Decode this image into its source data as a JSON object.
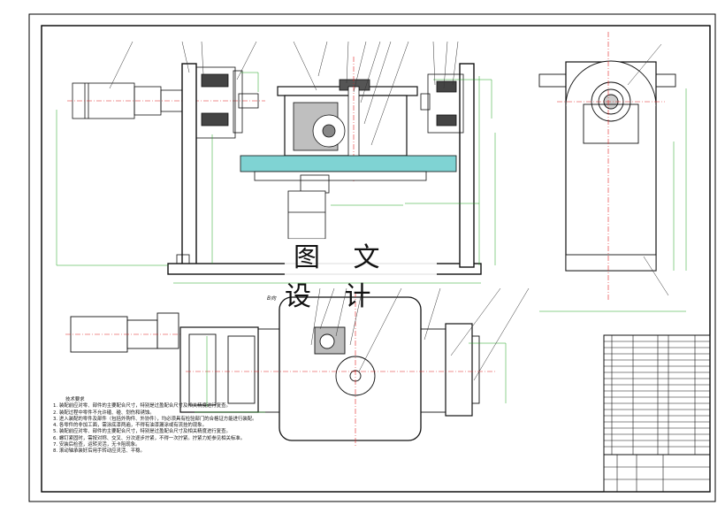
{
  "watermark": "图 文 设 计",
  "view_caption": "B向",
  "notes": {
    "title": "技术要求",
    "lines": [
      "1. 装配前应对零、部件的主要配合尺寸，特别是过盈配合尺寸及相关精度进行复查。",
      "2. 装配过程中零件不允许磕、碰、划伤和锈蚀。",
      "3. 进入装配的零件及部件（包括外购件、外协件），均必须具有检验部门的合格证方能进行装配。",
      "4. 各零件的非加工面，需涂底漆两遍，不得有油漆漏涂或有流挂的现象。",
      "5. 装配前应对零、部件的主要配合尺寸，特别是过盈配合尺寸及相关精度进行复查。",
      "6. 螺钉紧固时，需按对称、交叉、分次逐步拧紧，不得一次拧紧。拧紧力矩参见相关标准。",
      "7. 安装后检查，运转灵活，无卡阻现象。",
      "8. 滚动轴承装好后用手转动应灵活、平稳。"
    ]
  },
  "colors": {
    "line": "#111111",
    "dim": "#1fa31f",
    "center": "#e02020",
    "fill": "#7fd3d3",
    "frame": "#000000"
  }
}
